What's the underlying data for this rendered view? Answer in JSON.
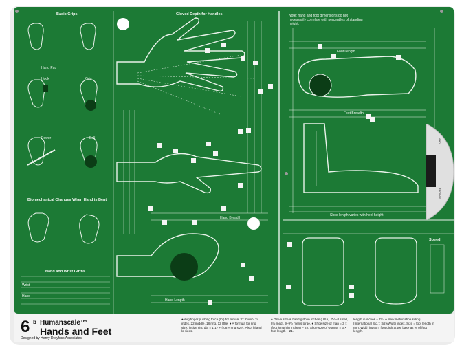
{
  "footer": {
    "number": "6",
    "sup": "b",
    "brand": "Humanscale™",
    "title": "Hands and Feet",
    "credit": "Designed by Henry Dreyfuss Associates",
    "note1": "● Avg finger pushing force (lbf) for female 37 thumb, 24 index, 22 middle, 18 ring, 12 little. ● A formula for ring size: inside ring dia = 1.17 + (.08 × ring size). Also, hi and lo sizes.",
    "note2": "● Glove size is hand girth in inches (USA). 7½–8 small, 8½ med., 9–9½ men's large. ● Shoe size of man = 3 × (foot length in inches) − 22. Shoe size of woman = 3 × foot length − 21.",
    "note3": "length in inches − 7½. ● New metric shoe sizing (International Std.): Size/Width index. Size = foot length in mm. Width index = foot girth at toe base as % of foot length."
  },
  "left_panel": {
    "basic_grips": "Basic Grips",
    "hand_pad": "Hand Pad",
    "hook": "Hook",
    "power": "Power",
    "grip": "Grip",
    "ball": "Ball",
    "section_title": "Biomechanical Changes When Hand is Bent",
    "hand_widths": "Hand and Wrist Girths",
    "wrist_label": "Wrist",
    "hand_label": "Hand"
  },
  "hand_panel": {
    "title": "Gloved Depth for Handles",
    "hand_length": "Hand Length",
    "hand_breadth": "Hand Breadth"
  },
  "foot_panel": {
    "note": "Note: hand and foot dimensions do not necessarily correlate with percentiles of standing height.",
    "foot_length": "Foot Length",
    "foot_breadth": "Foot Breadth",
    "shoe_note": "Shoe length varies with heel height",
    "speed": "Speed"
  },
  "wheel": {
    "men": "Men",
    "women": "Women"
  }
}
